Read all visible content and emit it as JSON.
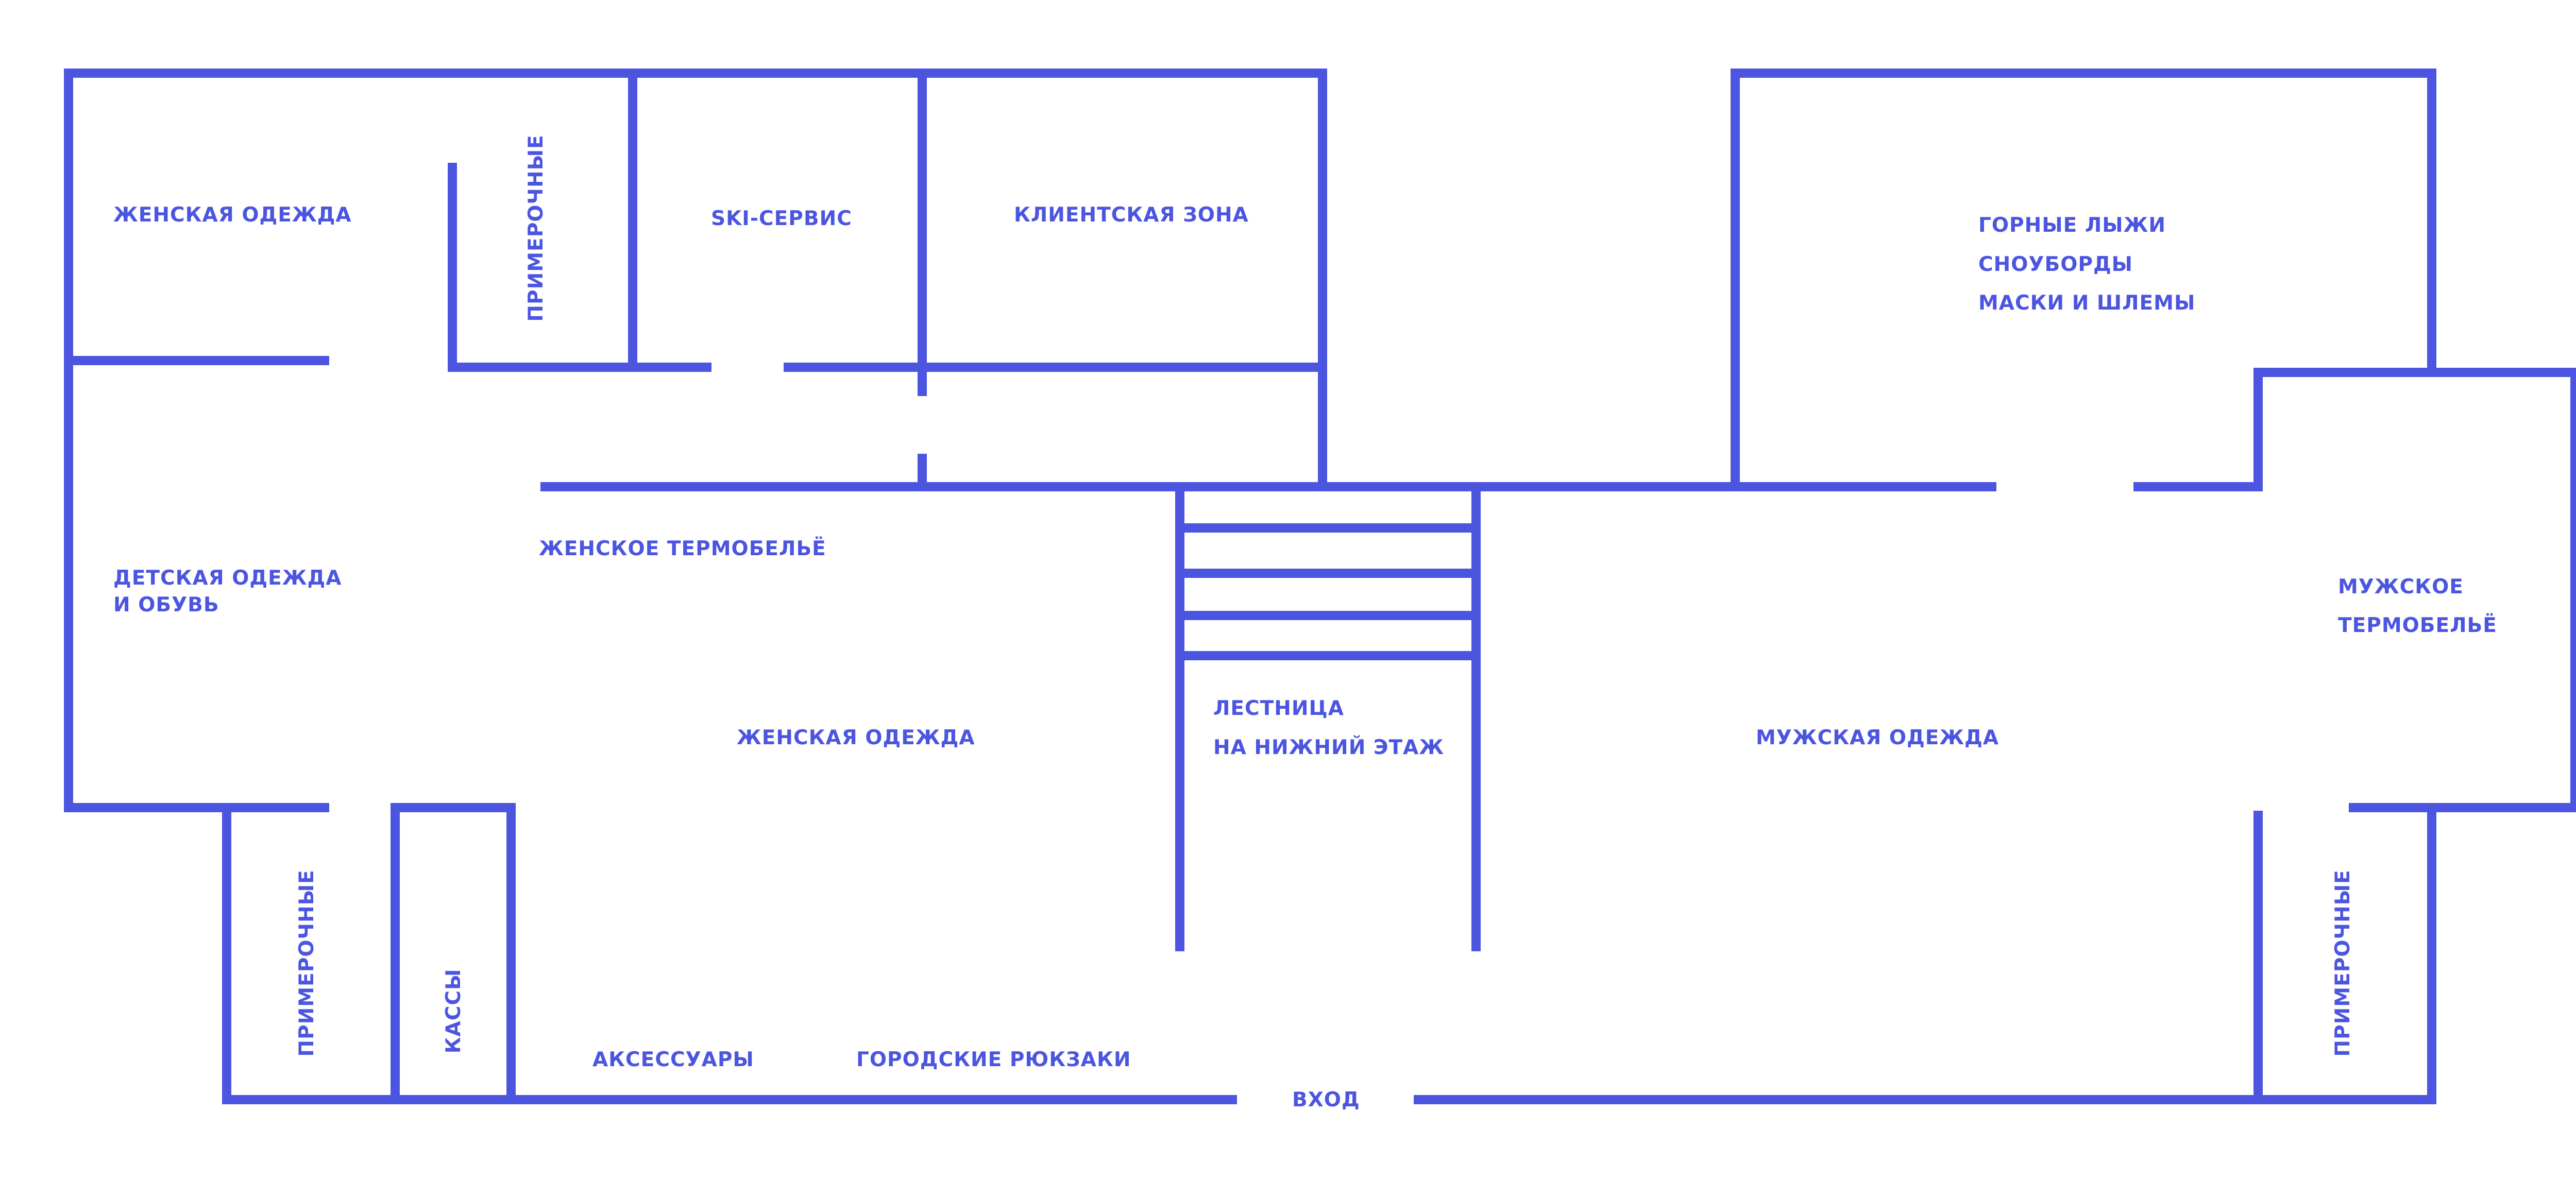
{
  "colors": {
    "wall": "#4B55E0",
    "label": "#4B55E0",
    "background": "#FFFFFF"
  },
  "labels": {
    "womens_clothing_top": "ЖЕНСКАЯ ОДЕЖДА",
    "fitting_rooms_top": "ПРИМЕРОЧНЫЕ",
    "ski_service": "SKI-СЕРВИС",
    "client_zone": "КЛИЕНТСКАЯ ЗОНА",
    "alpine_skis": "ГОРНЫЕ ЛЫЖИ",
    "snowboards": "СНОУБОРДЫ",
    "masks_helmets": "МАСКИ И ШЛЕМЫ",
    "kids_line1": "ДЕТСКАЯ ОДЕЖДА",
    "kids_line2": "И ОБУВЬ",
    "womens_thermal": "ЖЕНСКОЕ ТЕРМОБЕЛЬЁ",
    "womens_clothing_main": "ЖЕНСКАЯ ОДЕЖДА",
    "stairs_line1": "ЛЕСТНИЦА",
    "stairs_line2": "НА НИЖНИЙ ЭТАЖ",
    "mens_clothing": "МУЖСКАЯ ОДЕЖДА",
    "mens_thermal_line1": "МУЖСКОЕ",
    "mens_thermal_line2": "ТЕРМОБЕЛЬЁ",
    "fitting_rooms_left": "ПРИМЕРОЧНЫЕ",
    "cash_desks": "КАССЫ",
    "accessories": "АКСЕССУАРЫ",
    "city_backpacks": "ГОРОДСКИЕ РЮКЗАКИ",
    "entrance": "ВХОД",
    "fitting_rooms_right": "ПРИМЕРОЧНЫЕ"
  }
}
